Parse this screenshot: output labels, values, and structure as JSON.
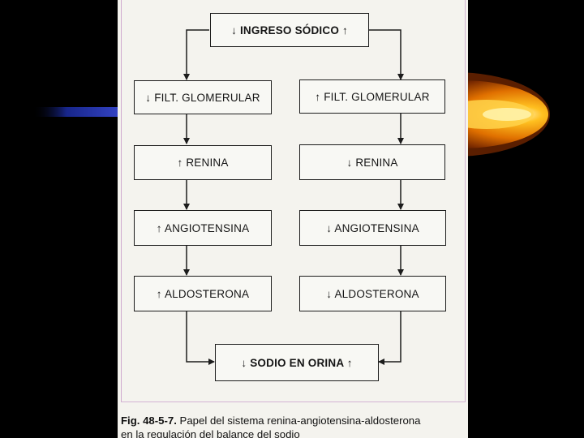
{
  "diagram": {
    "top": "↓ INGRESO SÓDICO ↑",
    "left": [
      "↓ FILT. GLOMERULAR",
      "↑ RENINA",
      "↑ ANGIOTENSINA",
      "↑ ALDOSTERONA"
    ],
    "right": [
      "↑ FILT. GLOMERULAR",
      "↓ RENINA",
      "↓ ANGIOTENSINA",
      "↓ ALDOSTERONA"
    ],
    "bottom": "↓ SODIO EN ORINA ↑"
  },
  "caption": {
    "figure_label": "Fig. 48-5-7.",
    "line1_text": " Papel del sistema renina-angiotensina-aldosterona",
    "line2_text": "en la regulación del balance del sodio"
  },
  "colors": {
    "background": "#000000",
    "page": "#f4f3ee",
    "ink": "#1c1c1c",
    "glow_outer": "#b34a00",
    "glow_inner": "#ffb000",
    "glow_tail": "#2a3aa8"
  }
}
